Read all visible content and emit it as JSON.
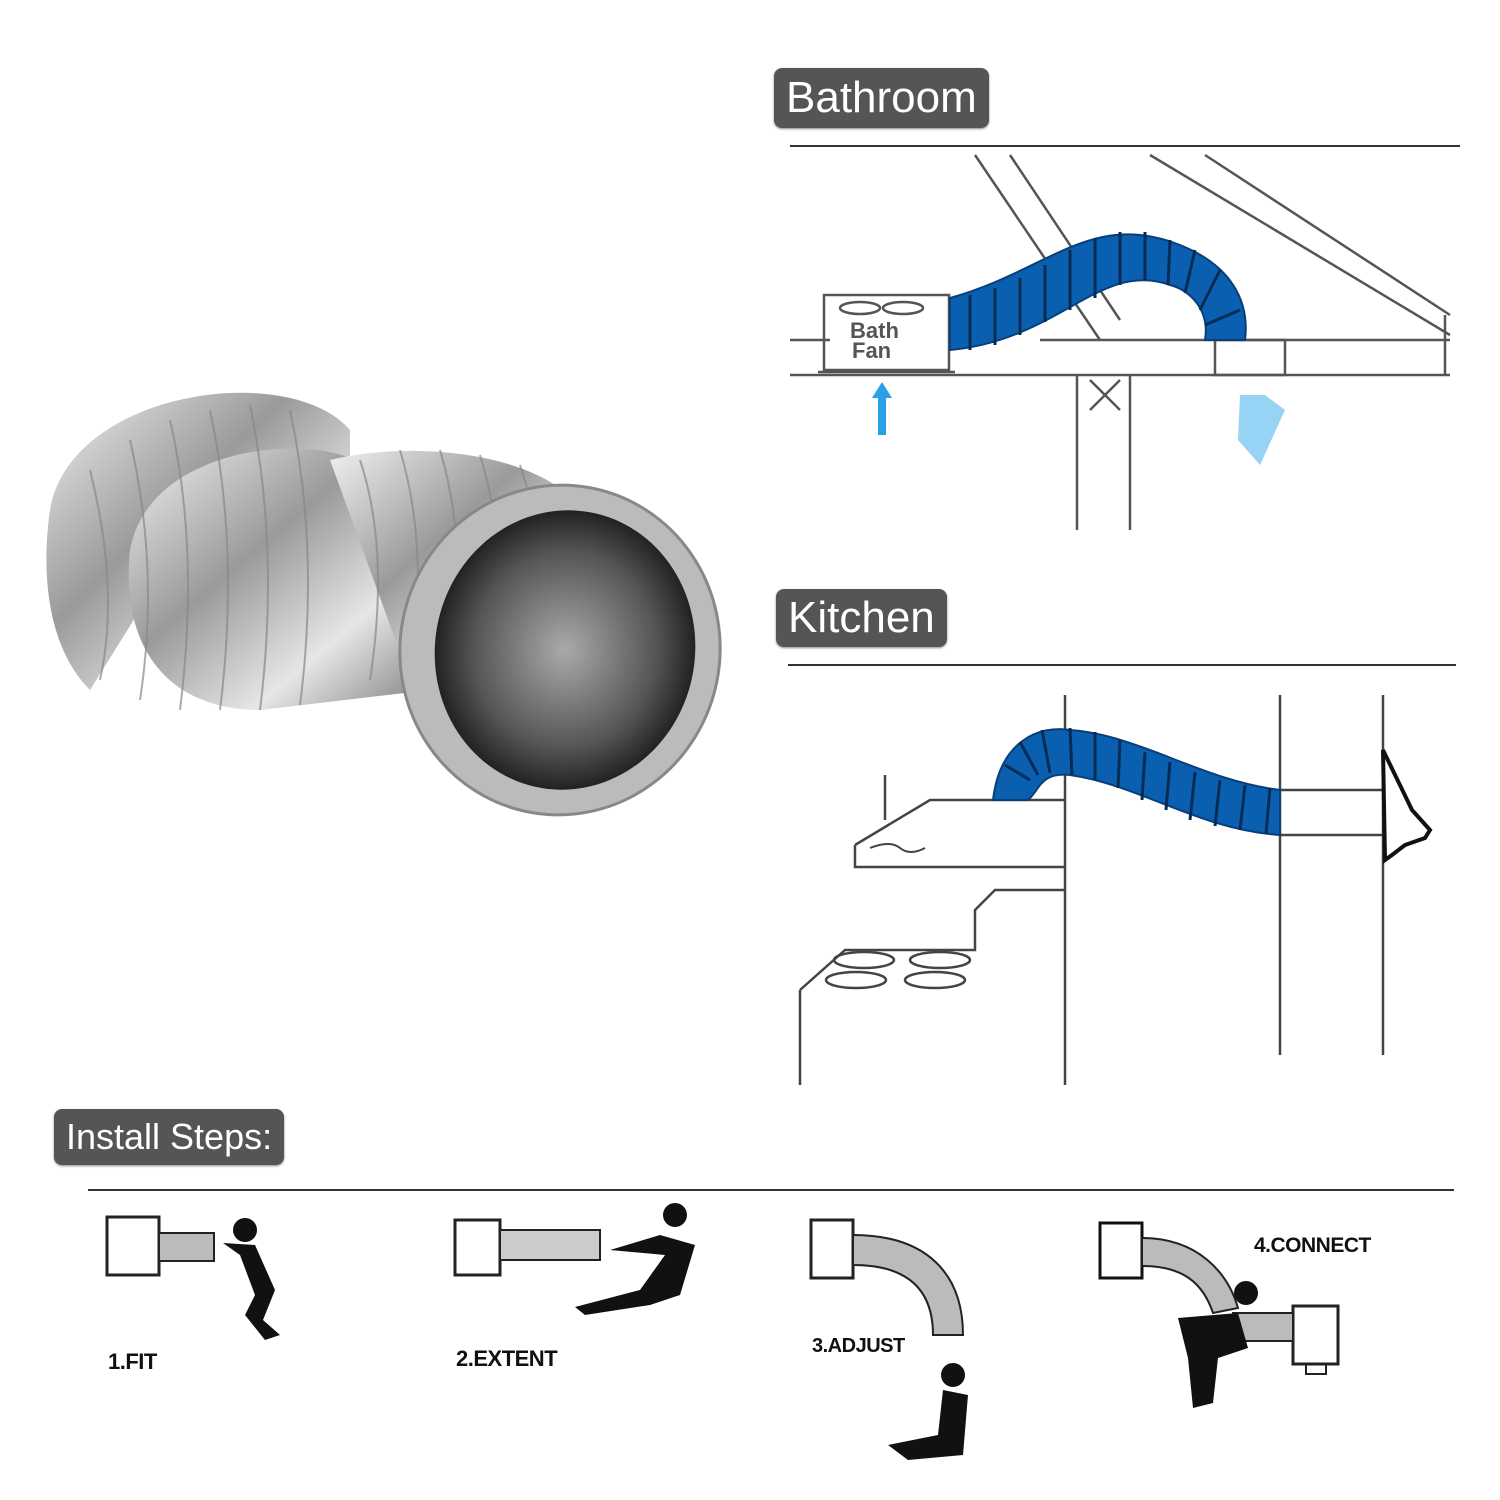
{
  "sections": {
    "bathroom": {
      "title": "Bathroom",
      "fan_label_line1": "Bath",
      "fan_label_line2": "Fan"
    },
    "kitchen": {
      "title": "Kitchen"
    },
    "install": {
      "title": "Install Steps:"
    }
  },
  "steps": [
    {
      "label": "1.FIT"
    },
    {
      "label": "2.EXTENT"
    },
    {
      "label": "3.ADJUST"
    },
    {
      "label": "4.CONNECT"
    }
  ],
  "colors": {
    "label_bg": "#555555",
    "duct_blue": "#0a5fb0",
    "airflow_blue": "#2aa0e8",
    "foil": "#c8c8c8"
  },
  "icons": [
    "foil-duct-product",
    "bath-fan-icon",
    "airflow-arrow-icon",
    "range-hood-icon",
    "stove-burner-icon",
    "wall-vent-icon",
    "worker-figure-icon"
  ]
}
